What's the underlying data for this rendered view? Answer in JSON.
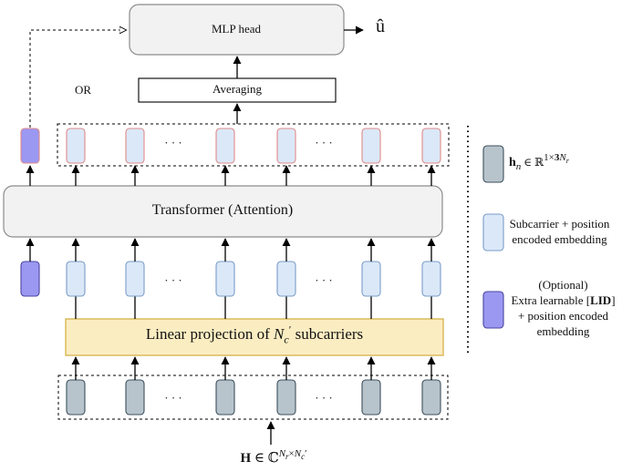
{
  "blocks": {
    "mlp_head": "MLP head",
    "averaging": "Averaging",
    "transformer": "Transformer (Attention)",
    "linear_projection_prefix": "Linear projection of ",
    "linear_projection_var": "N",
    "linear_projection_sub": "c",
    "linear_projection_prime": "′",
    "linear_projection_suffix": " subcarriers"
  },
  "labels": {
    "or": "OR",
    "output_symbol": "û",
    "ellipsis": "· · ·"
  },
  "input": {
    "bold_symbol": "H",
    "in_set": " ∈ ℂ",
    "exp_var1": "N",
    "exp_sub1": "r",
    "exp_times": "×",
    "exp_var2": "N",
    "exp_sub2": "c",
    "exp_prime": "′"
  },
  "legend": {
    "item1_bold": "h",
    "item1_sub": "n",
    "item1_in": " ∈ ℝ",
    "item1_sup_prefix": "1×",
    "item1_sup_bold": "3",
    "item1_sup_var": "N",
    "item1_sup_sub": "r",
    "item2_line1": "Subcarrier  + position",
    "item2_line2": "encoded embedding",
    "item3_line1": "(Optional)",
    "item3_line2_prefix": "Extra learnable [",
    "item3_line2_bold": "LID",
    "item3_line2_suffix": "]",
    "item3_line3": "+ position encoded",
    "item3_line4": "embedding"
  },
  "colors": {
    "raw_token_fill": "#b7c4cc",
    "raw_token_stroke": "#3d4f5c",
    "embed_fill": "#dbe8f8",
    "embed_stroke": "#7a9cc8",
    "lid_fill": "#9b98f2",
    "lid_stroke": "#4a44a0",
    "out_token_stroke": "#e08a8a",
    "projection_fill": "#fbedc2",
    "projection_stroke": "#d4b24a",
    "block_fill": "#f2f2f2",
    "block_stroke": "#8c8c8c"
  }
}
